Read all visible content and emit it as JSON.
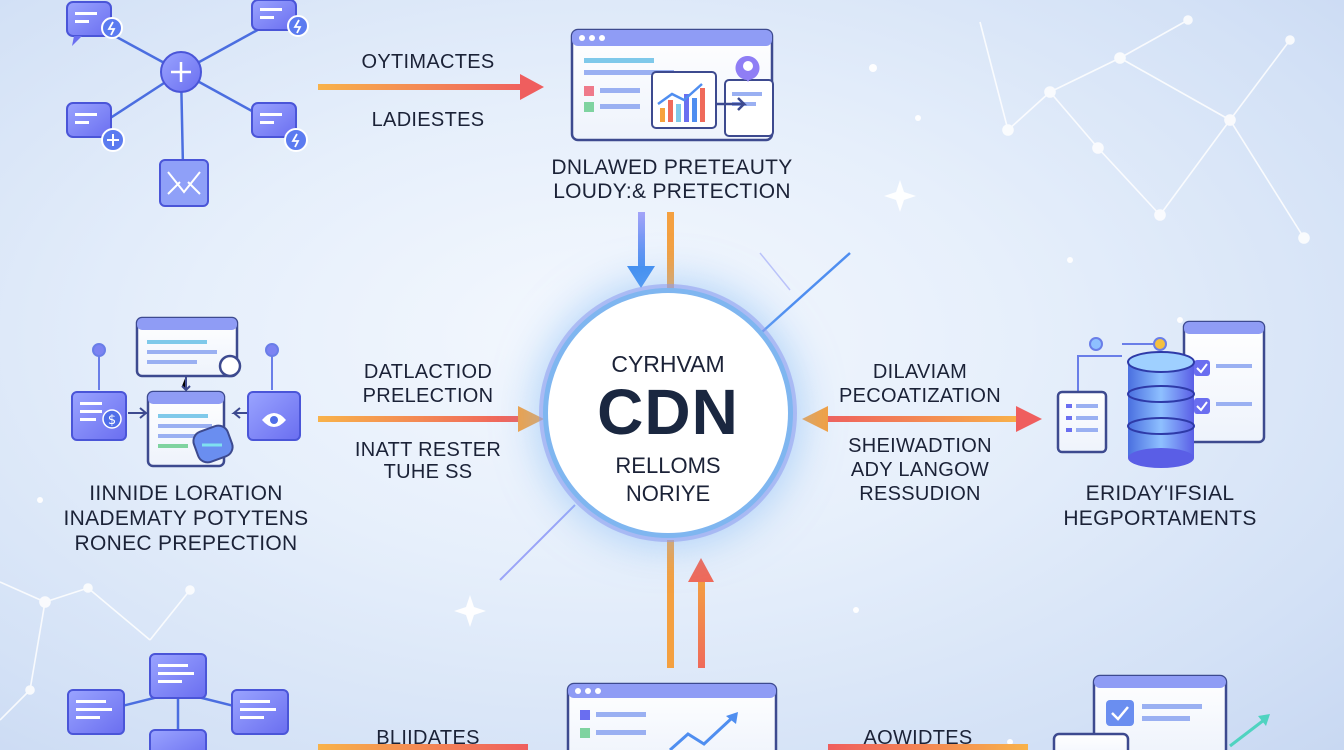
{
  "hub": {
    "top": "CYRHVAM",
    "main": "CDN",
    "sub1": "RELLOMS",
    "sub2": "NORIYE"
  },
  "top_arrow": {
    "line1": "OYTIMACTES",
    "line2": "LADIESTES"
  },
  "top_panel": {
    "caption1": "DNLAWED PRETEAUTY",
    "caption2": "LOUDY:& PRETECTION"
  },
  "left_arrow": {
    "line1": "DATLACTIOD",
    "line2": "PRELECTION",
    "line3": "INATT RESTER",
    "line4": "TUHE SS"
  },
  "left_group": {
    "caption1": "IINNIDE LORATION",
    "caption2": "INADEMATY POTYTENS",
    "caption3": "RONEC PREPECTION"
  },
  "right_arrow": {
    "line1": "DILAVIAM",
    "line2": "PECOATIZATION",
    "line3": "SHEIWADTION",
    "line4": "ADY LANGOW",
    "line5": "RESSUDION"
  },
  "right_group": {
    "caption1": "ERIDAY'IFSIAL",
    "caption2": "HEGPORTAMENTS"
  },
  "bottom_left": {
    "label": "BLIIDATES"
  },
  "bottom_right": {
    "label": "AOWIDTES"
  },
  "colors": {
    "orange": "#f7a23c",
    "red": "#ef6a5a",
    "blue": "#4f8ef0",
    "purple": "#7b6ff0",
    "panel_border": "#3d4a8f",
    "node": "#7c83f2"
  }
}
